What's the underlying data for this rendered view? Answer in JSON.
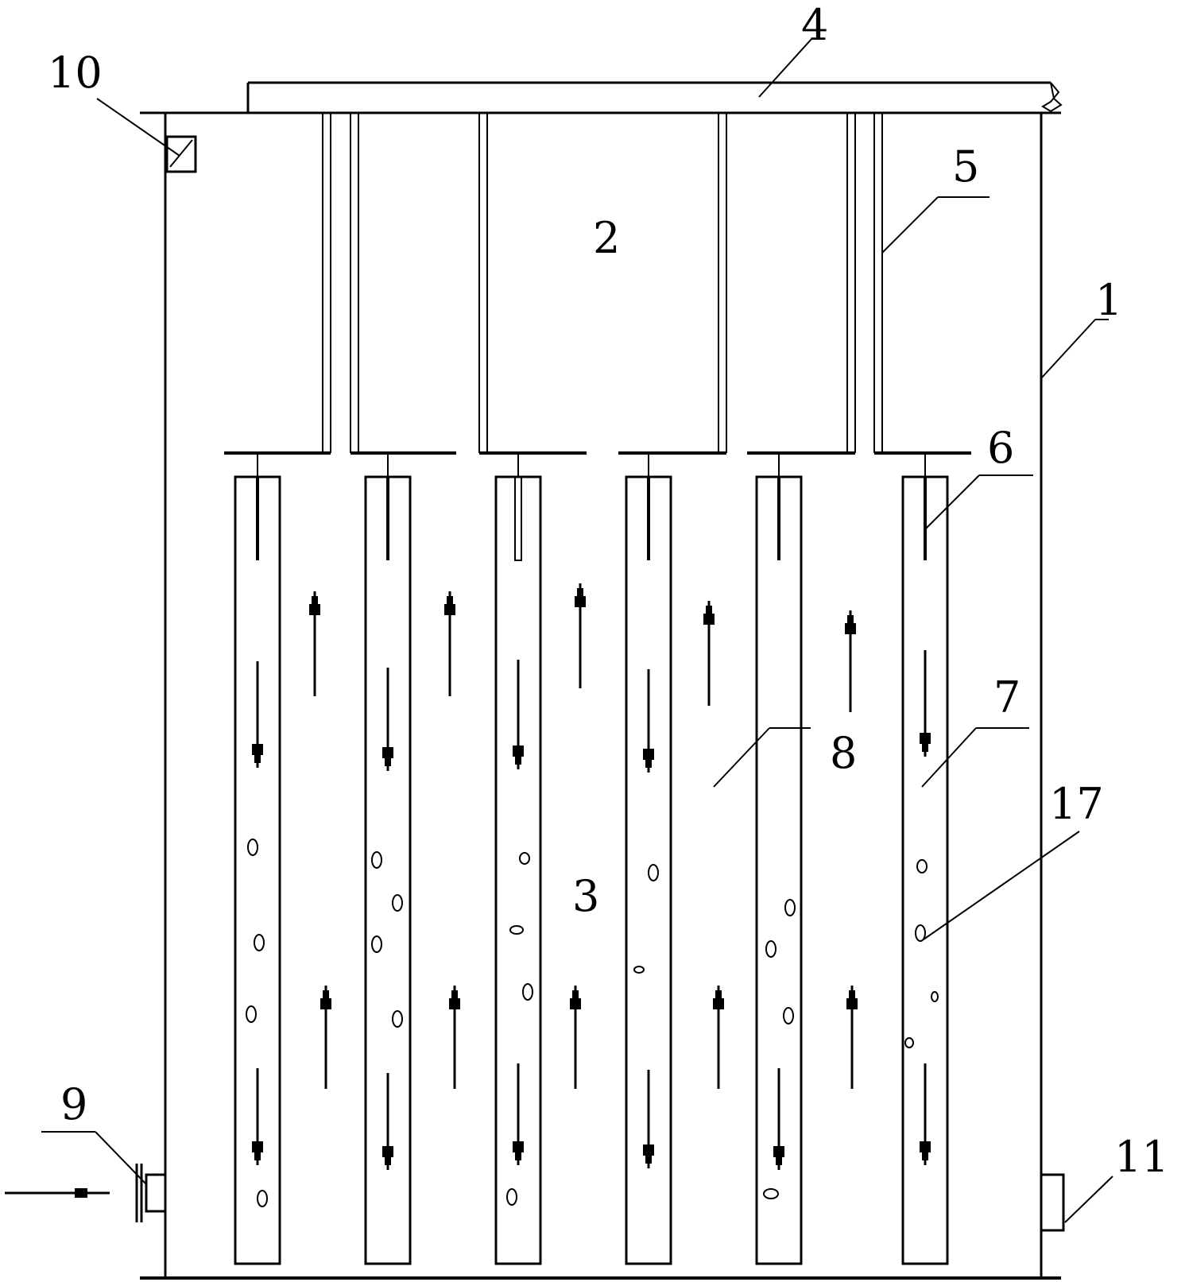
{
  "labels": {
    "tank": "1",
    "upper_zone": "2",
    "lower_zone": "3",
    "header_pipe": "4",
    "branch_pipe": "5",
    "distributor": "6",
    "riser_tube": "7",
    "downcomer_gap": "8",
    "inlet": "9",
    "vent": "10",
    "outlet": "11",
    "bubbles": "17"
  },
  "colors": {
    "line": "#000000",
    "background": "#ffffff"
  }
}
